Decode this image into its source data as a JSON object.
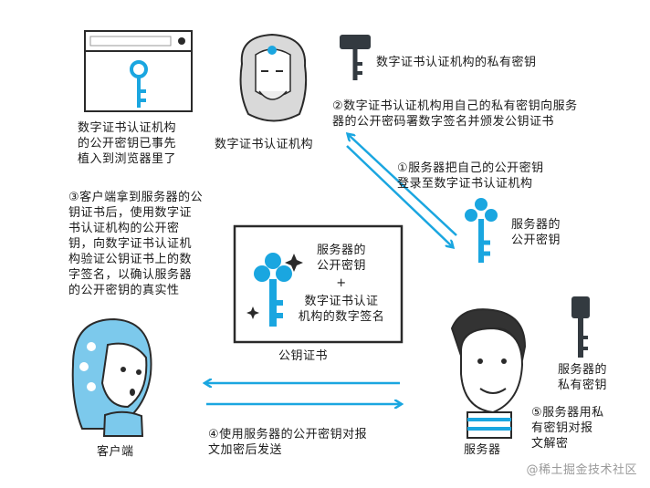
{
  "colors": {
    "accent_blue": "#1aa6e0",
    "light_blue": "#7cc9ec",
    "key_dark": "#333a40",
    "outline": "#2a2a2a"
  },
  "icons": {
    "browser": "browser-window-icon",
    "ca_key": "private-key-icon",
    "public_key": "public-key-icon"
  },
  "labels": {
    "ca_private_key": "数字证书认证机构的私有密钥",
    "browser_note": "数字证书认证机构\n的公开密钥已事先\n植入到浏览器里了",
    "ca_name": "数字证书认证机构",
    "step2": "②数字证书认证机构用自己的私有密钥向服务\n器的公开密码署数字签名并颁发公钥证书",
    "step1": "①服务器把自己的公开密钥\n登录至数字证书认证机构",
    "server_public_key": "服务器的\n公开密钥",
    "step3": "③客户端拿到服务器的公\n钥证书后，使用数字证\n书认证机构的公开密\n钥，向数字证书认证机\n构验证公钥证书上的数\n字签名，以确认服务器\n的公开密钥的真实性",
    "cert_key_label": "服务器的\n公开密钥",
    "cert_plus": "+",
    "cert_sig_label": "数字证书认证\n机构的数字签名",
    "cert_name": "公钥证书",
    "server_private_key": "服务器的\n私有密钥",
    "step5": "⑤服务器用私\n有密钥对报\n文解密",
    "client_name": "客户端",
    "step4": "④使用服务器的公开密钥对报\n文加密后发送",
    "server_name": "服务器",
    "watermark": "@稀土掘金技术社区"
  }
}
